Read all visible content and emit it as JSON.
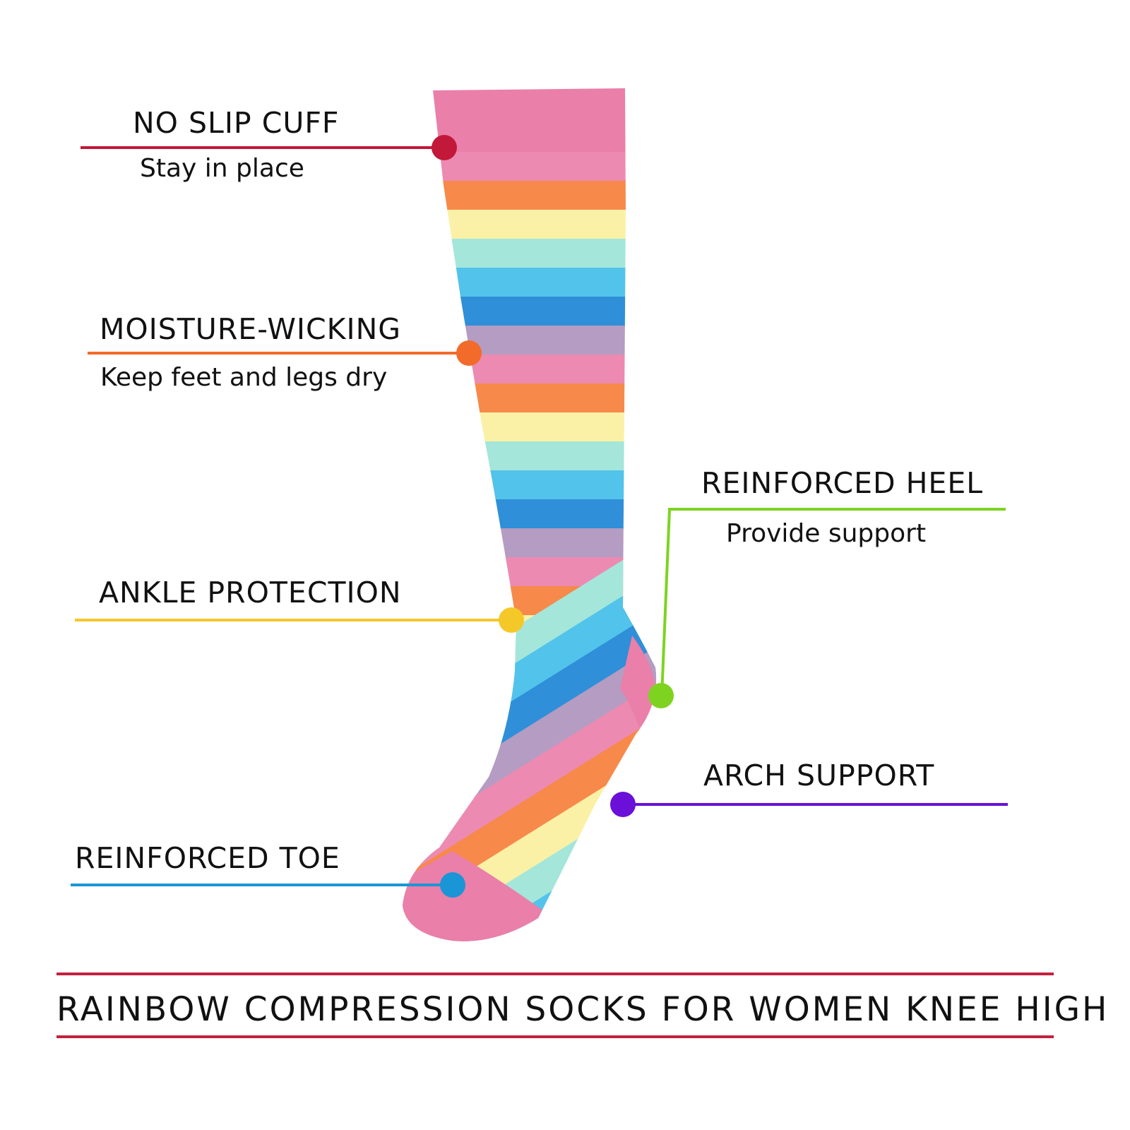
{
  "callouts": [
    {
      "id": "cuff",
      "title": "NO SLIP CUFF",
      "subtitle": "Stay in place",
      "color": "#c2183a"
    },
    {
      "id": "moisture",
      "title": "MOISTURE-WICKING",
      "subtitle": "Keep feet and legs dry",
      "color": "#f26b2a"
    },
    {
      "id": "ankle",
      "title": "ANKLE PROTECTION",
      "color": "#f5c829"
    },
    {
      "id": "toe",
      "title": "REINFORCED TOE",
      "color": "#1a96d6"
    },
    {
      "id": "heel",
      "title": "REINFORCED HEEL",
      "subtitle": "Provide support",
      "color": "#7ed321"
    },
    {
      "id": "arch",
      "title": "ARCH SUPPORT",
      "color": "#6a10d8"
    }
  ],
  "footer": {
    "title": "RAINBOW COMPRESSION SOCKS FOR WOMEN KNEE HIGH",
    "rule_color": "#c2213f"
  },
  "sock_stripe_colors": [
    "#ec8ab2",
    "#f7894a",
    "#faf1a6",
    "#a4e6da",
    "#52c3ea",
    "#2f8fd8",
    "#b59cc2"
  ]
}
